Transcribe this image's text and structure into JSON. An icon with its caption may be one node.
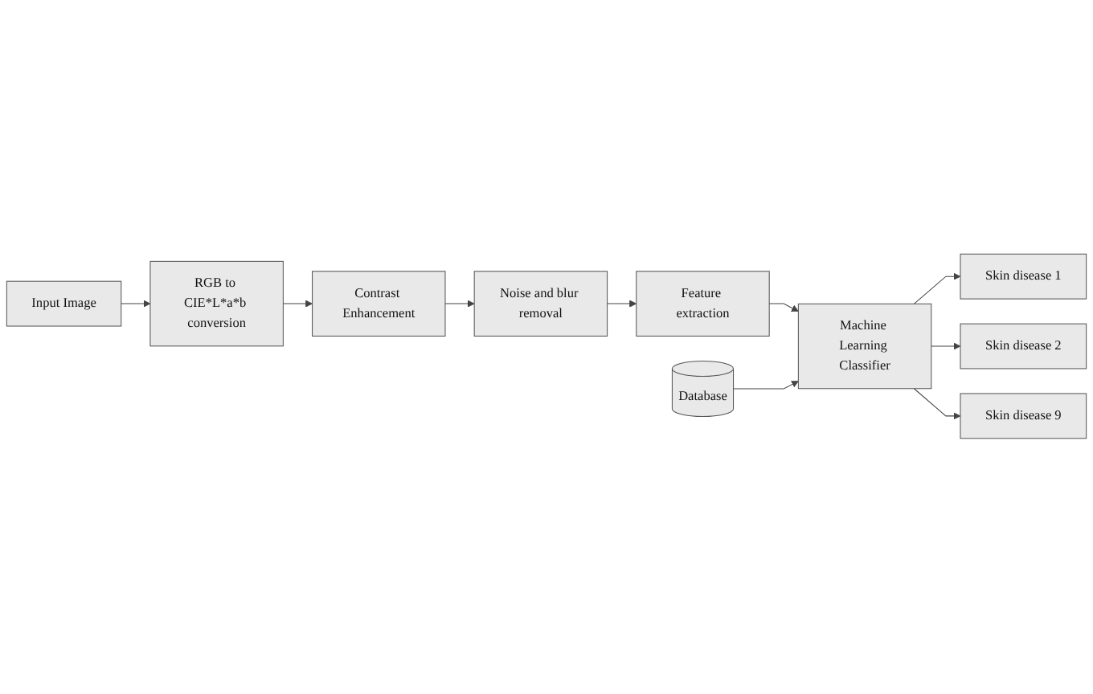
{
  "diagram": {
    "nodes": [
      {
        "text": [
          "Input Image"
        ]
      },
      {
        "text": [
          "RGB to CIE*L*a*b conversion"
        ]
      },
      {
        "text": [
          "Contrast Enhancement"
        ]
      },
      {
        "text": [
          "Noise and blur removal"
        ]
      },
      {
        "text": [
          "Database"
        ]
      },
      {
        "text": [
          "Machine Learning Classifier"
        ]
      },
      {
        "text": [
          "Feature extraction"
        ]
      },
      {
        "text": [
          "Skin disease 1"
        ]
      },
      {
        "text": [
          "Skin disease 2"
        ]
      },
      {
        "text": [
          "Skin disease 9"
        ]
      }
    ],
    "edges": [
      {
        "from": 0,
        "to": 1,
        "arrow": "to"
      },
      {
        "from": 1,
        "to": 2,
        "arrow": "to"
      },
      {
        "from": 2,
        "to": 3,
        "arrow": "to"
      },
      {
        "from": 3,
        "to": 6,
        "arrow": "to"
      },
      {
        "from": 6,
        "to": 5,
        "arrow": "to"
      },
      {
        "from": 4,
        "to": 5,
        "arrow": "to"
      },
      {
        "from": 5,
        "to": 7,
        "arrow": "to"
      },
      {
        "from": 5,
        "to": 8,
        "arrow": "to"
      },
      {
        "from": 5,
        "to": 9,
        "arrow": "to"
      }
    ]
  }
}
